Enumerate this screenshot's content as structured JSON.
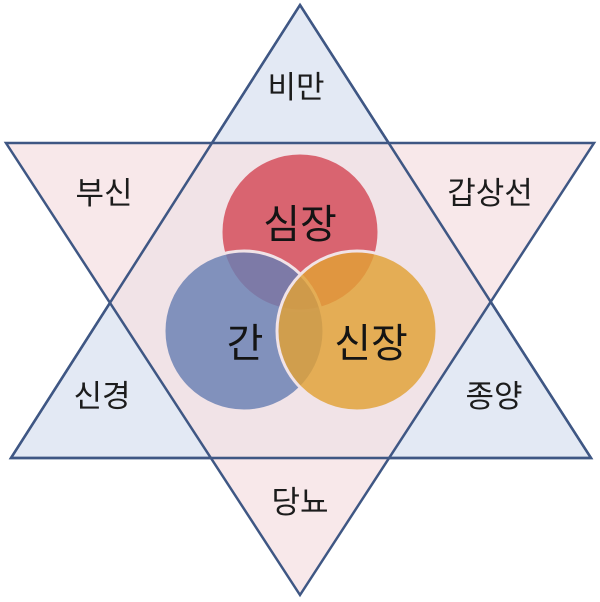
{
  "outer_labels": {
    "top": "비만",
    "upper_left": "부신",
    "upper_right": "갑상선",
    "lower_left": "신경",
    "lower_right": "종양",
    "bottom": "당뇨"
  },
  "inner_labels": {
    "heart": "심장",
    "liver": "간",
    "kidney": "신장"
  },
  "colors": {
    "up_triangle_fill": "#e3e9f4",
    "down_triangle_fill": "#f5e0e3",
    "triangle_stroke": "#3f5784",
    "heart_circle": "#e0505f",
    "liver_circle": "#6f8fc6",
    "kidney_circle": "#efb63a",
    "circle_stroke": "#ffffff"
  }
}
